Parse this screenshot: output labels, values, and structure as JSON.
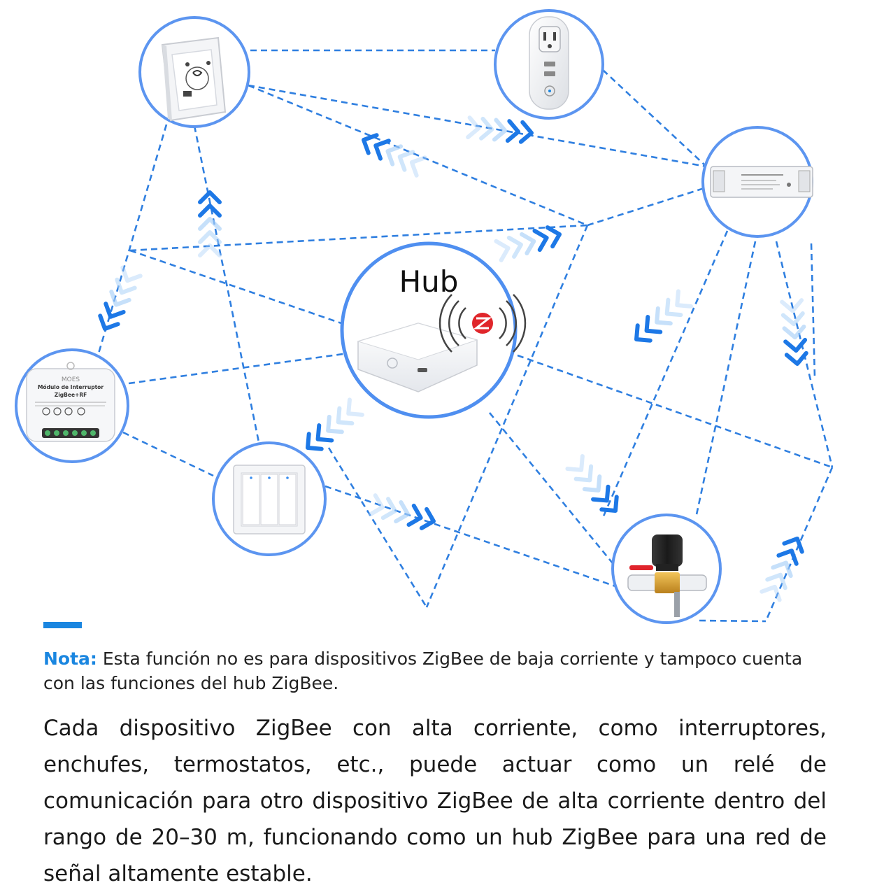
{
  "hub": {
    "title": "Hub"
  },
  "devices": {
    "switch_module": {
      "brand": "MOES",
      "line1": "Módulo de Interruptor",
      "line2": "ZigBee+RF"
    }
  },
  "colors": {
    "accent": "#1a86e0",
    "circle_border": "#5c95f0",
    "dash_line": "#2f7fe0",
    "chevron_dark": "#1d78e6",
    "chevron_light": "#a9d0f7",
    "zigbee_logo": "#e0262b"
  },
  "note": {
    "label": "Nota:",
    "text": "Esta función no es para dispositivos ZigBee de baja corriente y tampoco cuenta con las funciones del hub ZigBee."
  },
  "description": "Cada dispositivo ZigBee con alta corriente, como interruptores, enchufes, termostatos, etc., puede actuar como un relé de comunicación para otro dispositivo ZigBee de alta corriente dentro del rango de 20–30 m, funcionando como un hub ZigBee para una red de señal altamente estable."
}
